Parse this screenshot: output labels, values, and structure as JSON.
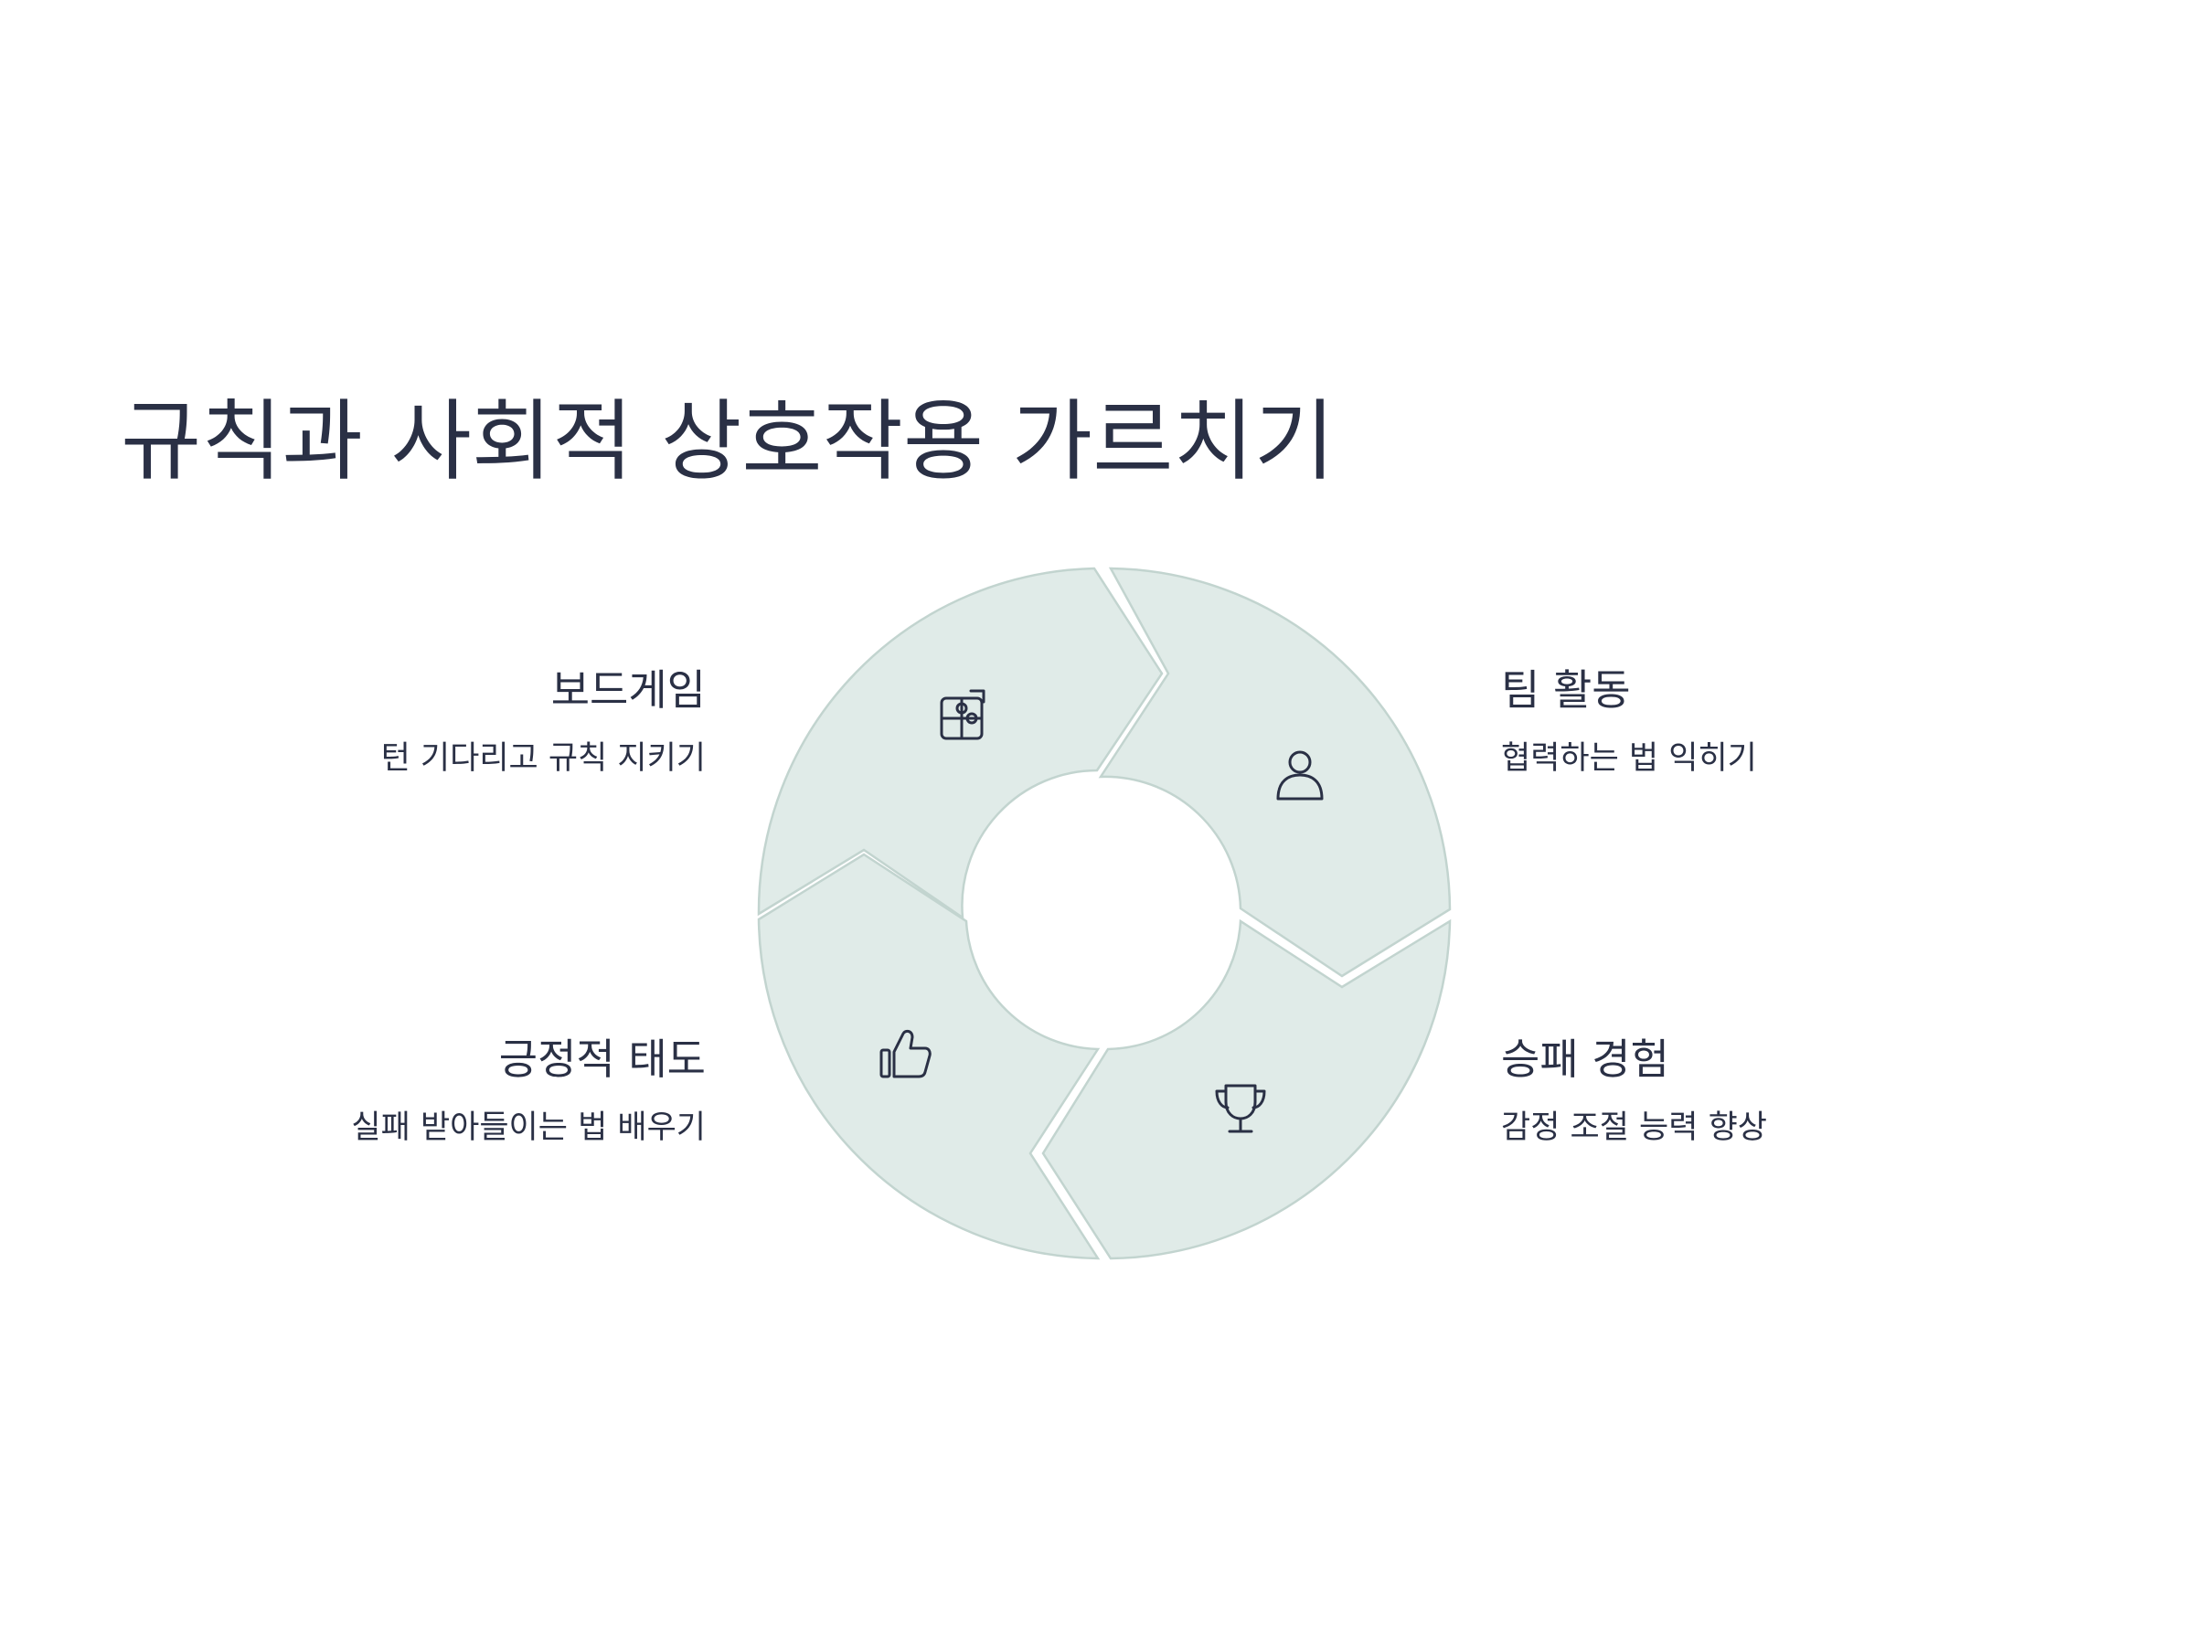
{
  "title": "규칙과 사회적 상호작용 가르치기",
  "colors": {
    "text": "#2a3045",
    "segment_fill": "#e0ebe8",
    "segment_stroke": "#c2d4cf",
    "background": "#ffffff"
  },
  "items": [
    {
      "title": "보드게임",
      "description": "턴 기다리고 규칙 지키기",
      "icon": "puzzle-icon"
    },
    {
      "title": "팀 활동",
      "description": "협력하는 법 익히기",
      "icon": "person-icon"
    },
    {
      "title": "긍정적 태도",
      "description": "실패 받아들이는 법 배우기",
      "icon": "thumbs-up-icon"
    },
    {
      "title": "승패 경험",
      "description": "감정 조절 능력 향상",
      "icon": "trophy-icon"
    }
  ]
}
